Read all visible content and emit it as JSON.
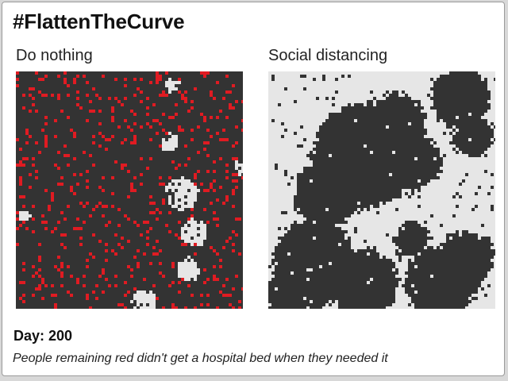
{
  "header": {
    "title": "#FlattenTheCurve"
  },
  "panels": [
    {
      "label": "Do nothing",
      "scenario": "no-intervention",
      "colors": {
        "healthy": "#333333",
        "infected": "#e01b22",
        "recovered": "#e6e6e6"
      }
    },
    {
      "label": "Social distancing",
      "scenario": "distancing",
      "colors": {
        "healthy": "#333333",
        "infected": "#e01b22",
        "recovered": "#e6e6e6"
      }
    }
  ],
  "status": {
    "day_label": "Day:",
    "day_value": "200"
  },
  "caption": {
    "text": "People remaining red didn't get a hospital bed when they needed it"
  }
}
